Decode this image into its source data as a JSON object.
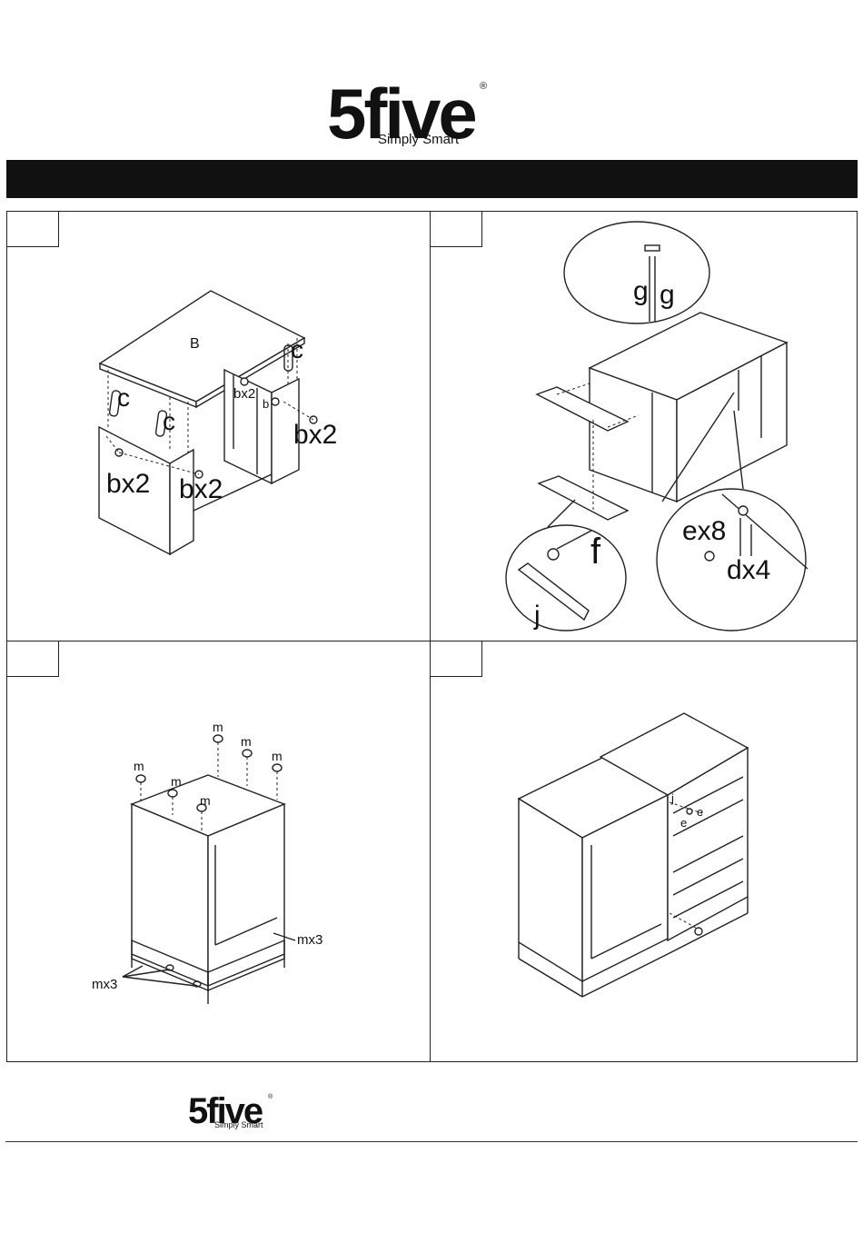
{
  "brand": {
    "name": "5five",
    "registered_mark": "®",
    "tagline": "Simply Smart"
  },
  "steps": [
    {
      "labels": {
        "panel": "B",
        "cam1": "c",
        "cam2": "c",
        "cam3": "c",
        "b_small": "bx2",
        "b_tiny": "b",
        "b_right": "bx2",
        "b_left": "bx2",
        "b_mid": "bx2"
      }
    },
    {
      "labels": {
        "g1": "g",
        "g2": "g",
        "f": "f",
        "j": "j",
        "e": "ex8",
        "d": "dx4"
      }
    },
    {
      "labels": {
        "m1": "m",
        "m2": "m",
        "m3": "m",
        "m4": "m",
        "m5": "m",
        "m6": "m",
        "mx_right": "mx3",
        "mx_left": "mx3"
      }
    },
    {
      "labels": {
        "j": "j",
        "e1": "e",
        "e2": "e"
      }
    }
  ]
}
